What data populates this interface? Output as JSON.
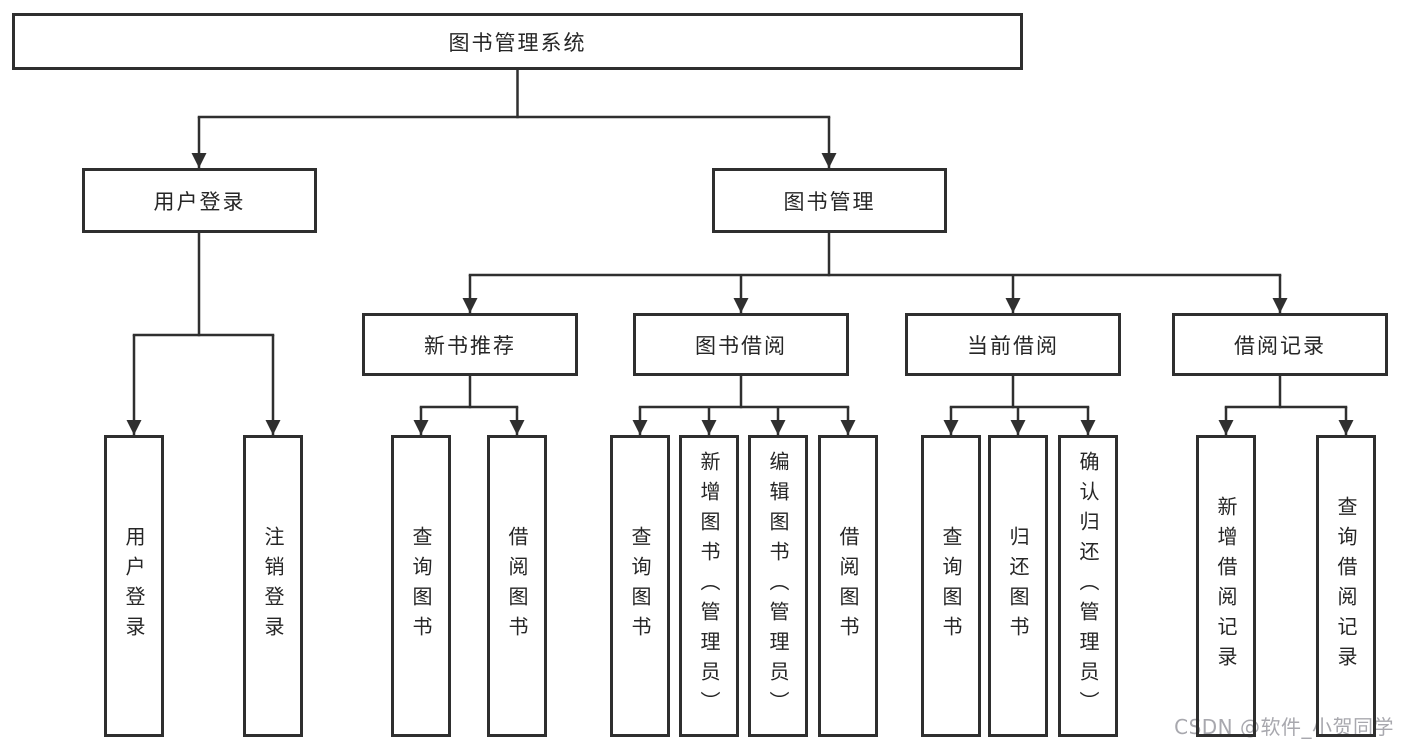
{
  "nodes": {
    "root": "图书管理系统",
    "user_login": "用户登录",
    "book_management": "图书管理",
    "new_book_recommendation": "新书推荐",
    "book_borrowing": "图书借阅",
    "current_borrowing": "当前借阅",
    "borrowing_records": "借阅记录",
    "leaves": {
      "user_login_leaf": "用户登录",
      "logout": "注销登录",
      "query_books_rec": "查询图书",
      "borrow_books_rec": "借阅图书",
      "query_books_borrow": "查询图书",
      "add_books_admin": "新增图书（管理员）",
      "edit_books_admin": "编辑图书（管理员）",
      "borrow_books_borrow": "借阅图书",
      "query_books_current": "查询图书",
      "return_books": "归还图书",
      "confirm_return_admin": "确认归还（管理员）",
      "add_borrow_record": "新增借阅记录",
      "query_borrow_record": "查询借阅记录"
    }
  },
  "watermark": "CSDN @软件_小贺同学",
  "colors": {
    "line": "#2f2f2f",
    "border": "#2f2f2f",
    "text": "#262626",
    "watermark": "#a8a8ae",
    "background": "#ffffff"
  }
}
